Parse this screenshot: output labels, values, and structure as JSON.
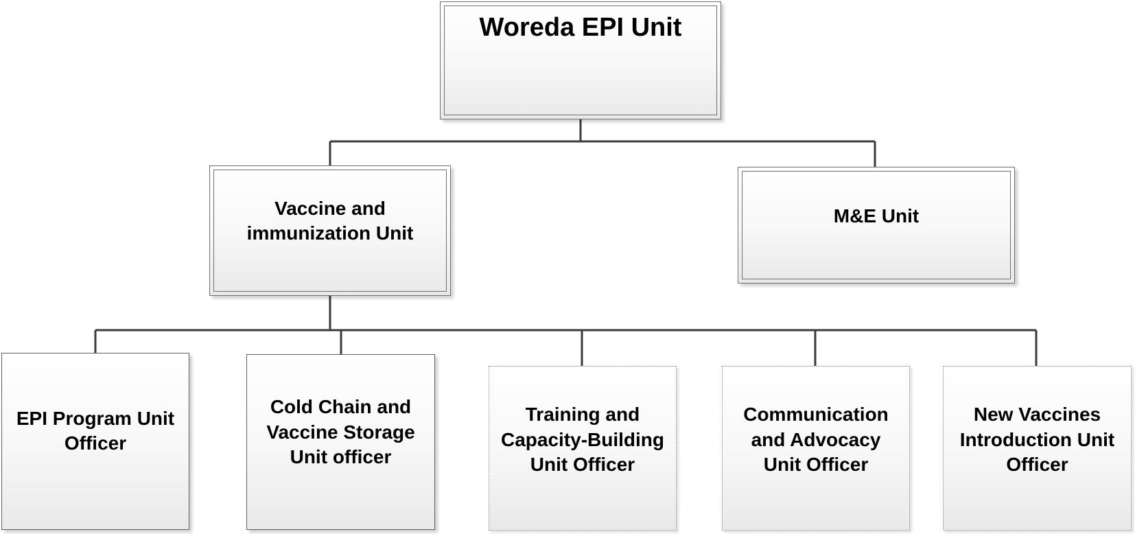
{
  "diagram": {
    "root": {
      "label": "Woreda EPI Unit"
    },
    "level2": [
      {
        "id": "vaccine",
        "label": "Vaccine and\nimmunization Unit"
      },
      {
        "id": "me",
        "label": "M&E Unit"
      }
    ],
    "level3": [
      {
        "id": "epi",
        "label": "EPI Program Unit\nOfficer"
      },
      {
        "id": "cold",
        "label": "Cold Chain and\nVaccine Storage\nUnit officer"
      },
      {
        "id": "training",
        "label": "Training and\nCapacity-Building\nUnit Officer"
      },
      {
        "id": "comm",
        "label": "Communication\nand Advocacy\nUnit Officer"
      },
      {
        "id": "newvac",
        "label": "New Vaccines\nIntroduction Unit\nOfficer"
      }
    ],
    "edges": [
      [
        "root",
        "vaccine"
      ],
      [
        "root",
        "me"
      ],
      [
        "vaccine",
        "epi"
      ],
      [
        "vaccine",
        "cold"
      ],
      [
        "vaccine",
        "training"
      ],
      [
        "vaccine",
        "comm"
      ],
      [
        "vaccine",
        "newvac"
      ]
    ],
    "colors": {
      "connector": "#3a3a3a",
      "border": "#6f6f6f",
      "fill_top": "#ffffff",
      "fill_bottom": "#e9e9e9"
    }
  }
}
